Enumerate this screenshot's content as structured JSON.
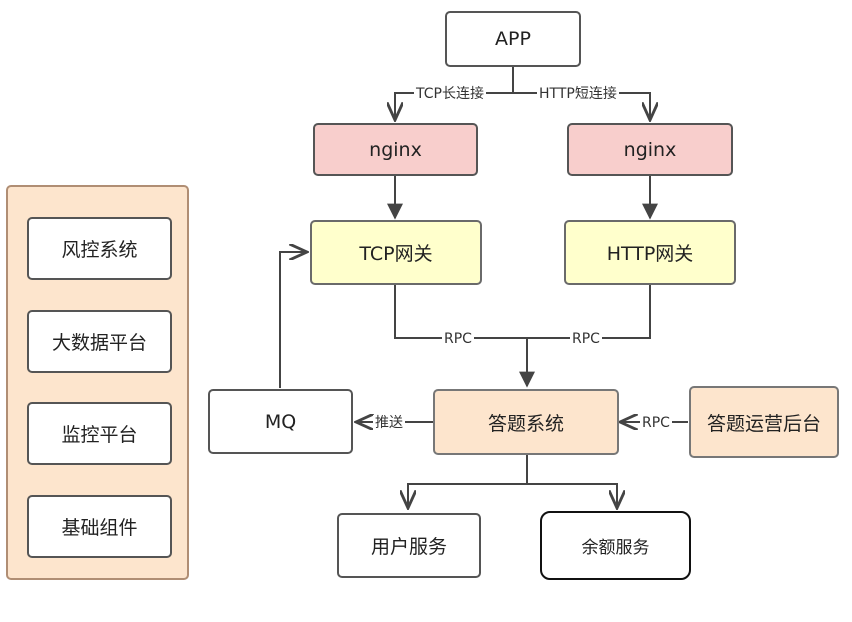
{
  "nodes": {
    "app": "APP",
    "nginx_left": "nginx",
    "nginx_right": "nginx",
    "tcp_gateway": "TCP网关",
    "http_gateway": "HTTP网关",
    "mq": "MQ",
    "answer_system": "答题系统",
    "ops_backend": "答题运营后台",
    "user_service": "用户服务",
    "balance_service": "余额服务"
  },
  "edges": {
    "tcp_long": "TCP长连接",
    "http_short": "HTTP短连接",
    "rpc_left": "RPC",
    "rpc_right": "RPC",
    "rpc_ops": "RPC",
    "push": "推送"
  },
  "sidebar": {
    "items": [
      "风控系统",
      "大数据平台",
      "监控平台",
      "基础组件"
    ]
  },
  "colors": {
    "nginx_fill": "#f8cecc",
    "gateway_fill": "#ffffcc",
    "core_fill": "#fde5cd",
    "line": "#444444"
  }
}
